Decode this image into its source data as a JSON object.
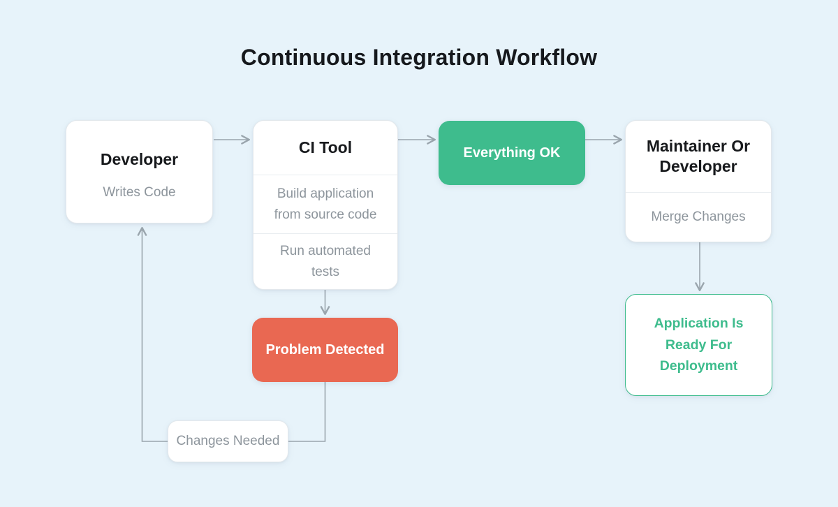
{
  "title": "Continuous Integration Workflow",
  "colors": {
    "bg": "#e7f3fa",
    "card": "#ffffff",
    "card_border": "#e3e8ec",
    "divider": "#e9edf0",
    "title_text": "#16191d",
    "heading_text": "#17191c",
    "muted_text": "#8d959c",
    "green": "#3ebc8d",
    "red": "#e96852",
    "white_text": "#ffffff",
    "arrow": "#9aa5ad"
  },
  "nodes": {
    "developer": {
      "title": "Developer",
      "subtitle": "Writes Code"
    },
    "ci_tool": {
      "title": "CI Tool",
      "rows": [
        "Build application from source code",
        "Run automated tests"
      ]
    },
    "everything_ok": {
      "label": "Everything OK"
    },
    "maintainer": {
      "title": "Maintainer Or Developer",
      "subtitle": "Merge Changes"
    },
    "problem_detected": {
      "label": "Problem Detected"
    },
    "changes_needed": {
      "label": "Changes Needed"
    },
    "application_ready": {
      "label": "Application Is Ready For Deployment"
    }
  },
  "edges": [
    {
      "from": "developer",
      "to": "ci_tool"
    },
    {
      "from": "ci_tool",
      "to": "everything_ok"
    },
    {
      "from": "everything_ok",
      "to": "maintainer"
    },
    {
      "from": "maintainer",
      "to": "application_ready"
    },
    {
      "from": "ci_tool",
      "to": "problem_detected"
    },
    {
      "from": "problem_detected",
      "to": "developer",
      "via": "changes_needed"
    }
  ]
}
